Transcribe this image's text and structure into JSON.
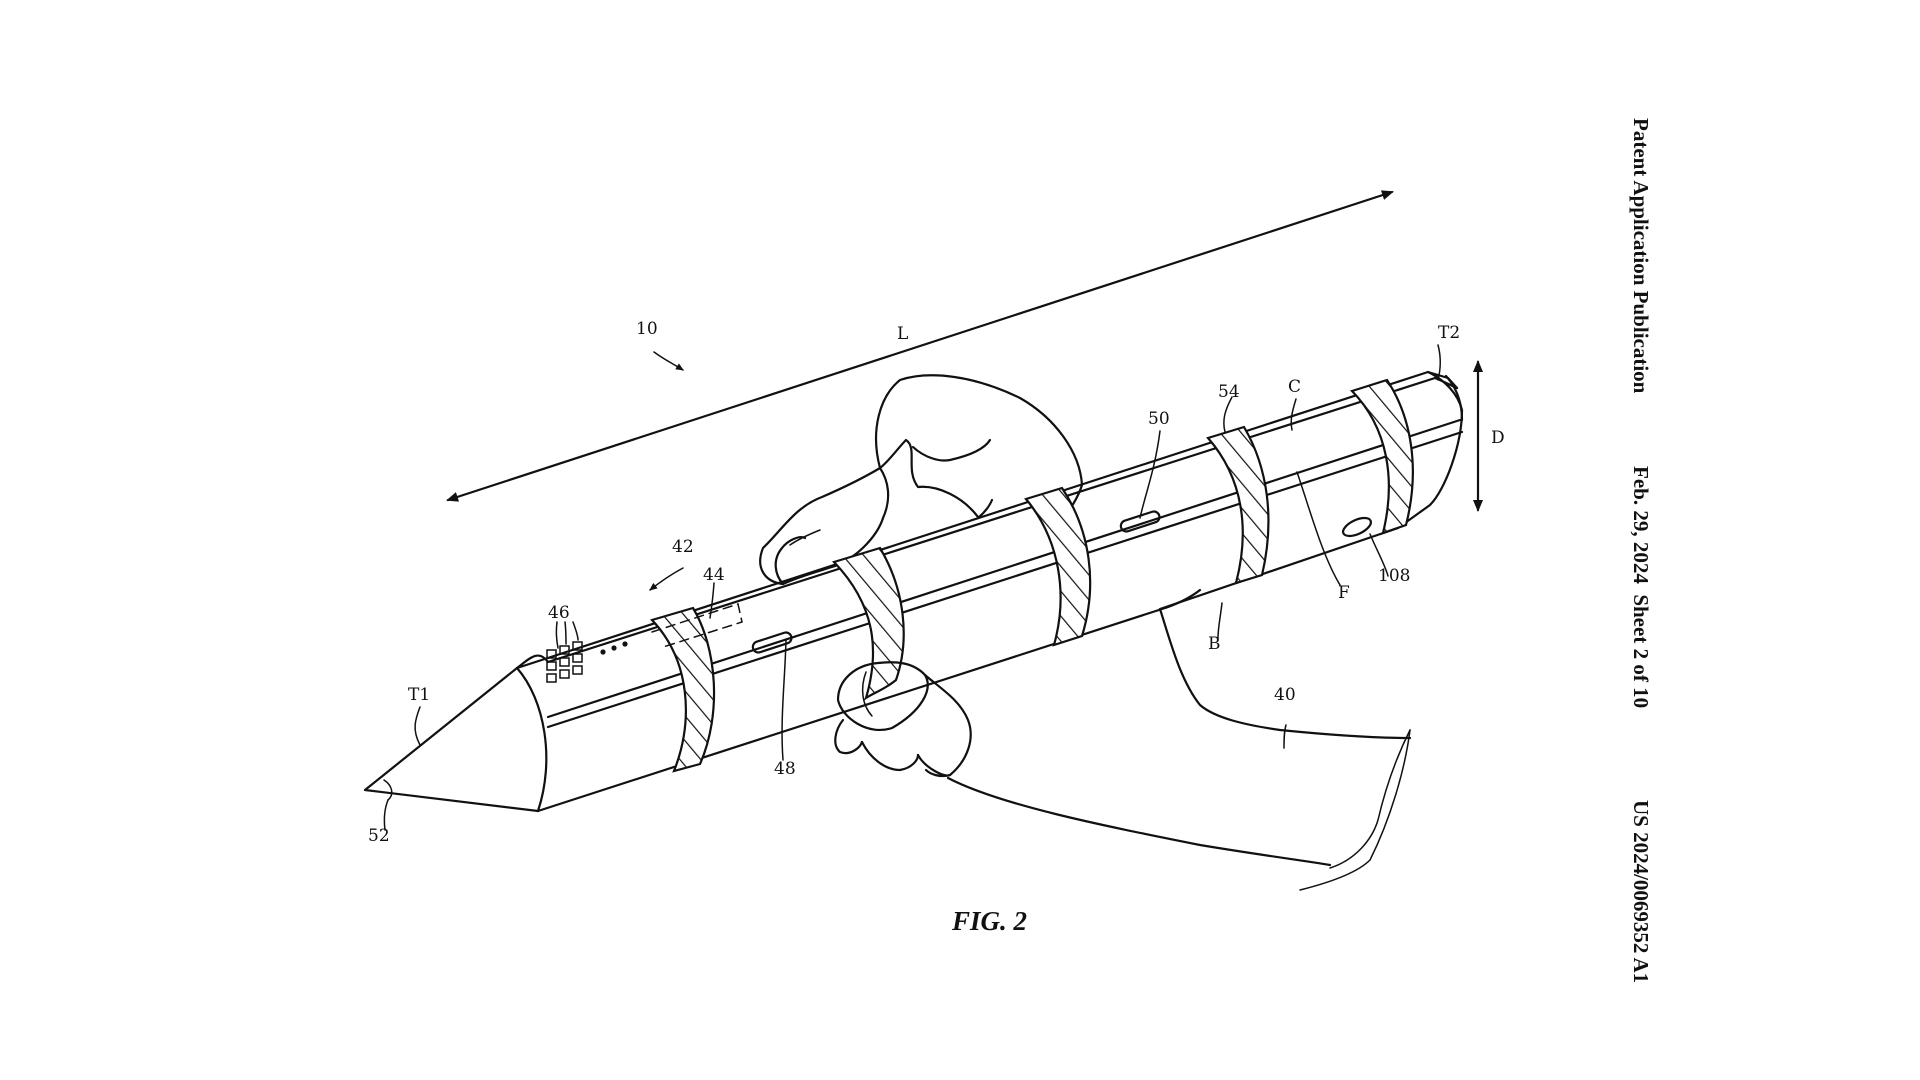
{
  "header": {
    "publication_type": "Patent Application Publication",
    "date_sheet": "Feb. 29, 2024  Sheet 2 of 10",
    "publication_number": "US 2024/0069352 A1"
  },
  "figure": {
    "caption": "FIG. 2",
    "labels": {
      "device": "10",
      "length": "L",
      "tip_end_1": "T1",
      "tip_end_2": "T2",
      "diameter": "D",
      "region_42": "42",
      "element_44": "44",
      "element_46": "46",
      "element_48": "48",
      "element_50": "50",
      "element_52": "52",
      "element_54": "54",
      "surface_c": "C",
      "surface_f": "F",
      "surface_b": "B",
      "element_108": "108",
      "hand_40": "40"
    }
  }
}
